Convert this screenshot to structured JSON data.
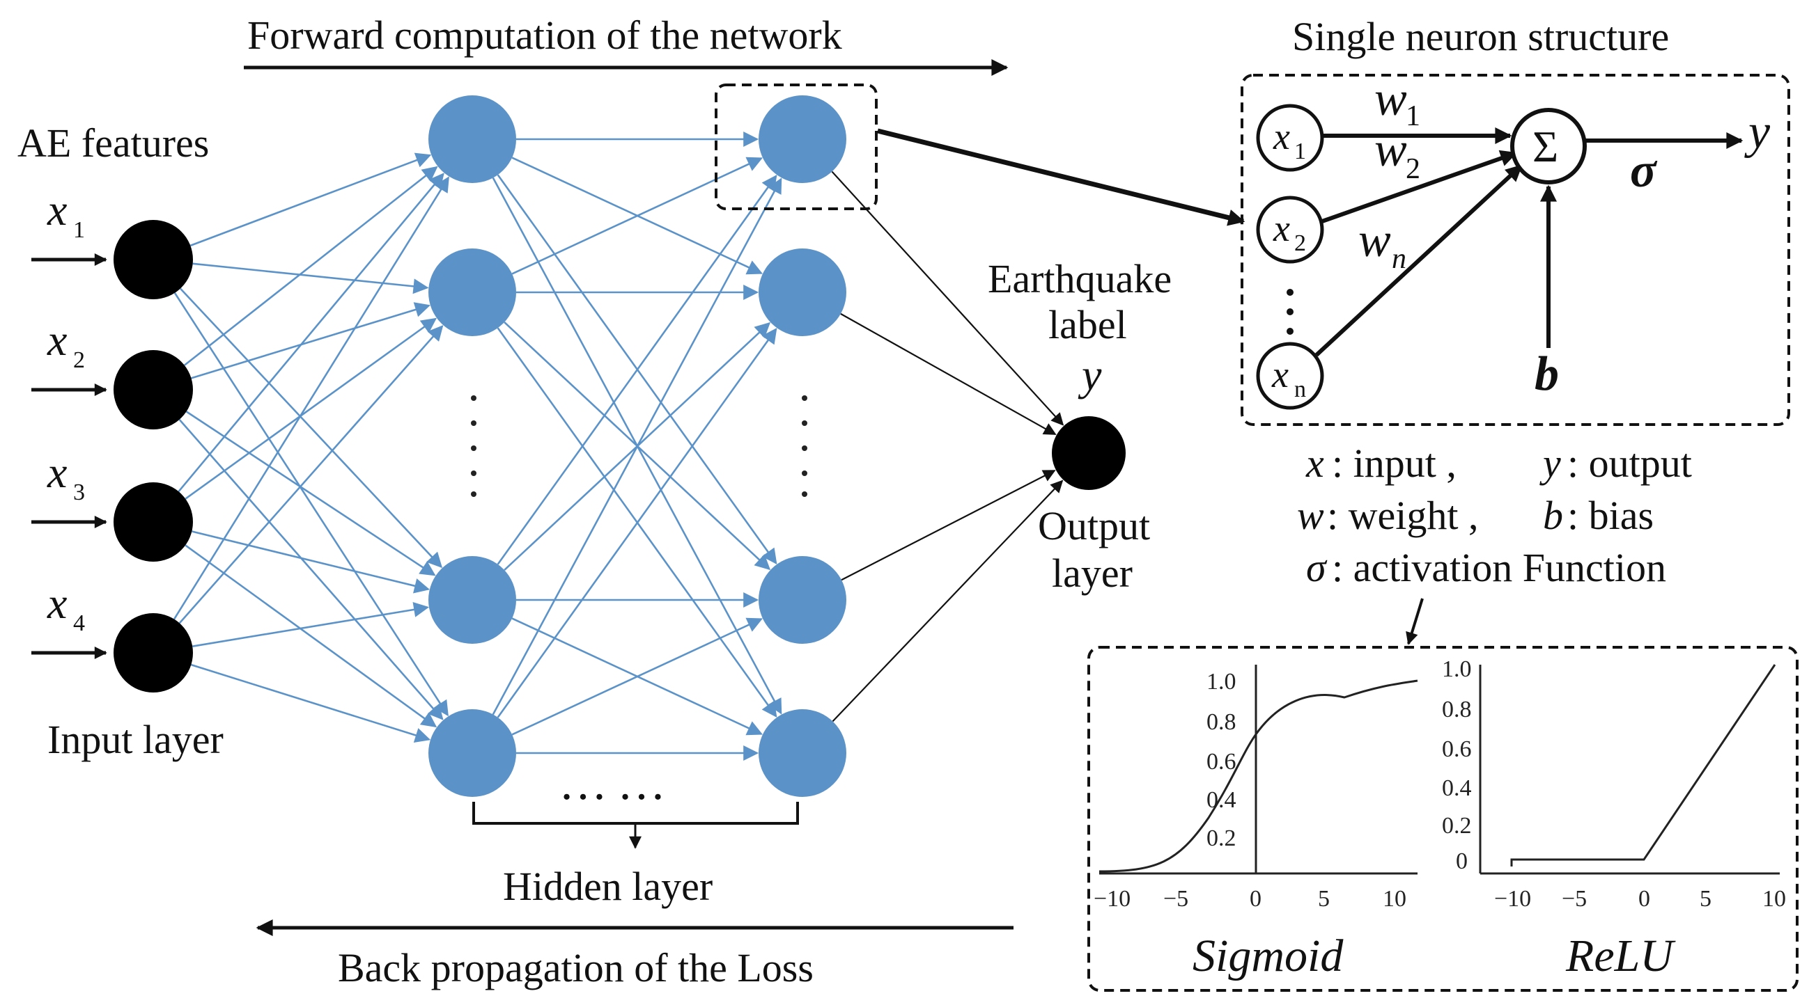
{
  "title_top": "Forward computation of the network",
  "title_bottom": "Back propagation of the Loss",
  "input": {
    "heading": "AE features",
    "layer_label": "Input layer",
    "features": [
      {
        "var": "x",
        "sub": "1"
      },
      {
        "var": "x",
        "sub": "2"
      },
      {
        "var": "x",
        "sub": "3"
      },
      {
        "var": "x",
        "sub": "4"
      }
    ]
  },
  "hidden": {
    "label": "Hidden layer",
    "ellipsis_between_layers": "……"
  },
  "output": {
    "heading_line1": "Earthquake",
    "heading_line2": "label",
    "var": "y",
    "label_line1": "Output",
    "label_line2": "layer"
  },
  "neuron": {
    "title": "Single neuron structure",
    "inputs": [
      {
        "var": "x",
        "sub": "1"
      },
      {
        "var": "x",
        "sub": "2"
      },
      {
        "var": "x",
        "sub": "n"
      }
    ],
    "weights": [
      {
        "var": "w",
        "sub": "1"
      },
      {
        "var": "w",
        "sub": "2"
      },
      {
        "var": "w",
        "sub": "n"
      }
    ],
    "sum_symbol": "Σ",
    "activation_symbol": "σ",
    "output_var": "y",
    "bias_var": "b"
  },
  "legend": {
    "line1": {
      "a_var": "x",
      "a_text": ":  input ,",
      "b_var": "y",
      "b_text": ":  output"
    },
    "line2": {
      "a_var": "w",
      "a_text": ": weight ,",
      "b_var": "b",
      "b_text": ":  bias"
    },
    "line3": {
      "a_var": "σ",
      "a_text": ": activation Function"
    }
  },
  "activation_plots": {
    "sigmoid": {
      "name": "Sigmoid",
      "x_ticks": [
        "−10",
        "−5",
        "0",
        "5",
        "10"
      ],
      "y_ticks": [
        "0.2",
        "0.4",
        "0.6",
        "0.8",
        "1.0"
      ]
    },
    "relu": {
      "name": "ReLU",
      "x_ticks": [
        "−10",
        "−5",
        "0",
        "5",
        "10"
      ],
      "y_ticks": [
        "0",
        "0.2",
        "0.4",
        "0.6",
        "0.8",
        "1.0"
      ]
    }
  },
  "colors": {
    "hidden_node": "#5b93c9",
    "hidden_edge": "#5b93c9",
    "input_node": "#000000",
    "output_node": "#000000",
    "line": "#111111"
  }
}
